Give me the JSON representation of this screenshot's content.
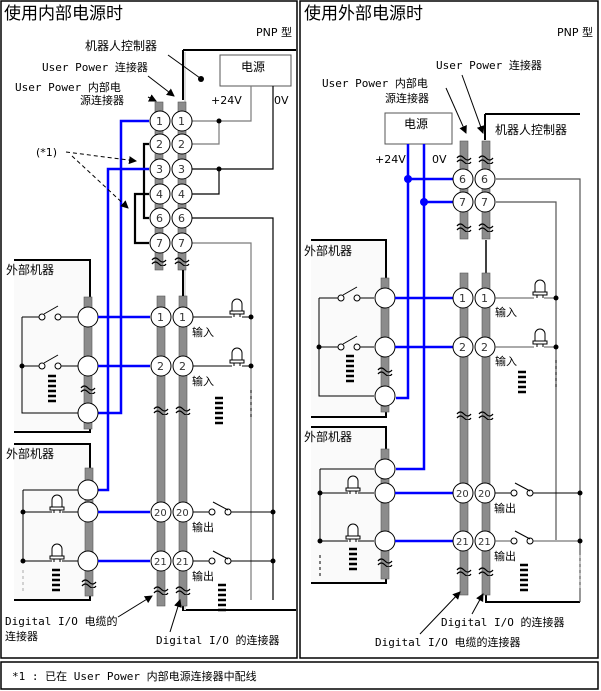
{
  "colors": {
    "wire_blue": "#0000ff",
    "connector_gray": "#8c8c8c",
    "wire_gray": "#7a7a7a",
    "line_black": "#000000"
  },
  "left_panel": {
    "title": "使用内部电源时",
    "type_label": "PNP 型",
    "controller_label": "机器人控制器",
    "user_power_connector_label": "User Power 连接器",
    "user_power_internal_label_line1": "User Power 内部电",
    "user_power_internal_label_line2": "源连接器",
    "power_supply_label": "电源",
    "plus24v_label": "+24V",
    "zero_v_label": "0V",
    "note_ref": "(*1)",
    "top_pins": [
      "1",
      "2",
      "3",
      "4",
      "6",
      "7"
    ],
    "external_device_1": "外部机器",
    "external_device_2": "外部机器",
    "input_pins": [
      "1",
      "2"
    ],
    "input_label": "输入",
    "output_pins": [
      "20",
      "21"
    ],
    "output_label": "输出",
    "dio_cable_label_line1": "Digital I/O 电缆的",
    "dio_cable_label_line2": "连接器",
    "dio_connector_label": "Digital I/O 的连接器"
  },
  "right_panel": {
    "title": "使用外部电源时",
    "type_label": "PNP 型",
    "user_power_connector_label": "User Power 连接器",
    "user_power_internal_label_line1": "User Power 内部电",
    "user_power_internal_label_line2": "源连接器",
    "controller_label": "机器人控制器",
    "power_supply_label": "电源",
    "plus24v_label": "+24V",
    "zero_v_label": "0V",
    "top_pins": [
      "6",
      "7"
    ],
    "external_device_1": "外部机器",
    "external_device_2": "外部机器",
    "input_pins": [
      "1",
      "2"
    ],
    "input_label": "输入",
    "output_pins": [
      "20",
      "21"
    ],
    "output_label": "输出",
    "dio_connector_label": "Digital I/O 的连接器",
    "dio_cable_label": "Digital I/O 电缆的连接器"
  },
  "footnote": "*1 : 已在 User Power 内部电源连接器中配线"
}
